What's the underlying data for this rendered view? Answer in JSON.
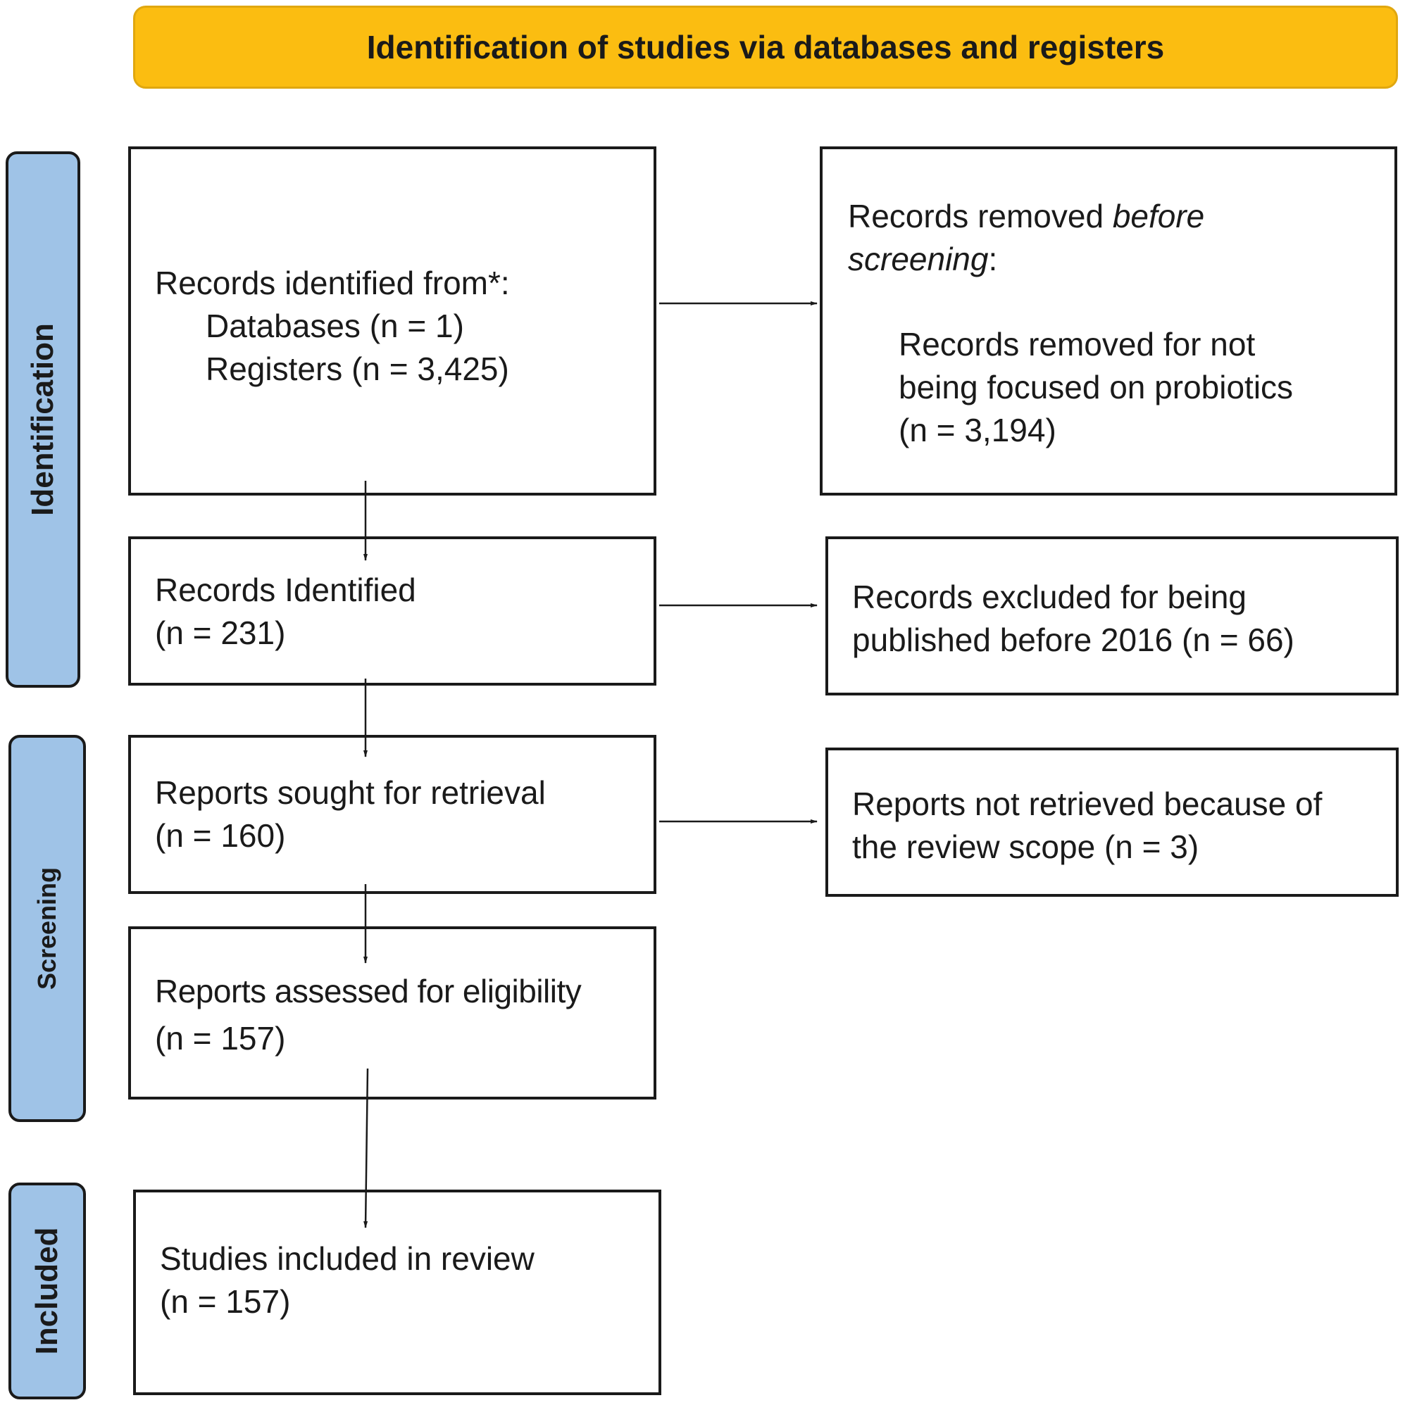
{
  "banner": {
    "title": "Identification of studies via databases and registers"
  },
  "phases": {
    "identification": "Identification",
    "screening": "Screening",
    "included": "Included"
  },
  "boxes": {
    "records_identified_from": {
      "heading": "Records identified from*:",
      "databases": "Databases (n = 1)",
      "registers": "Registers (n = 3,425)"
    },
    "records_removed": {
      "heading_start": "Records removed ",
      "heading_emph": "before",
      "heading_emph2": "screening",
      "heading_end": ":",
      "detail_line1": "Records removed for not",
      "detail_line2": "being focused on probiotics",
      "detail_line3": "(n = 3,194)"
    },
    "records_identified": {
      "line1": "Records Identified",
      "line2": "(n = 231)"
    },
    "records_excluded": {
      "line1": "Records excluded for being",
      "line2": "published before 2016 (n = 66)"
    },
    "reports_sought": {
      "line1": "Reports sought for retrieval",
      "line2": "(n = 160)"
    },
    "reports_not_retrieved": {
      "line1": "Reports not retrieved because of",
      "line2": "the review scope (n = 3)"
    },
    "reports_assessed": {
      "line1": "Reports assessed for eligibility",
      "line2": "(n = 157)"
    },
    "studies_included": {
      "line1": "Studies included in review",
      "line2": "(n = 157)"
    }
  }
}
